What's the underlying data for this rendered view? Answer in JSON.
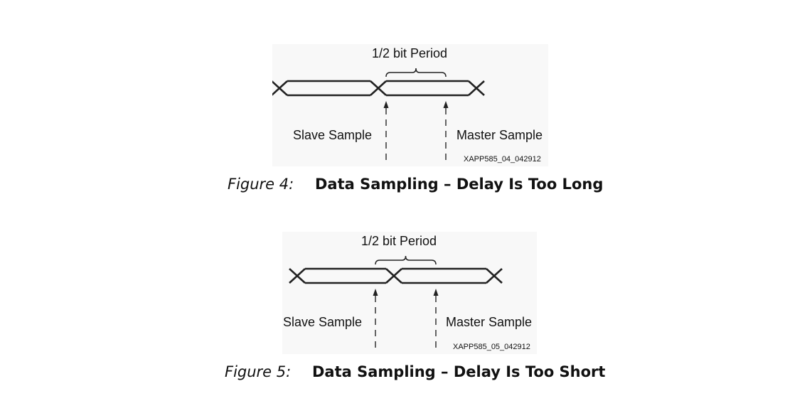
{
  "figures": [
    {
      "period_label": "1/2 bit Period",
      "slave_label": "Slave Sample",
      "master_label": "Master Sample",
      "code": "XAPP585_04_042912",
      "caption_number": "Figure 4:",
      "caption_title": "Data Sampling – Delay Is Too Long"
    },
    {
      "period_label": "1/2 bit Period",
      "slave_label": "Slave Sample",
      "master_label": "Master Sample",
      "code": "XAPP585_05_042912",
      "caption_number": "Figure 5:",
      "caption_title": "Data Sampling – Delay Is Too Short"
    }
  ]
}
